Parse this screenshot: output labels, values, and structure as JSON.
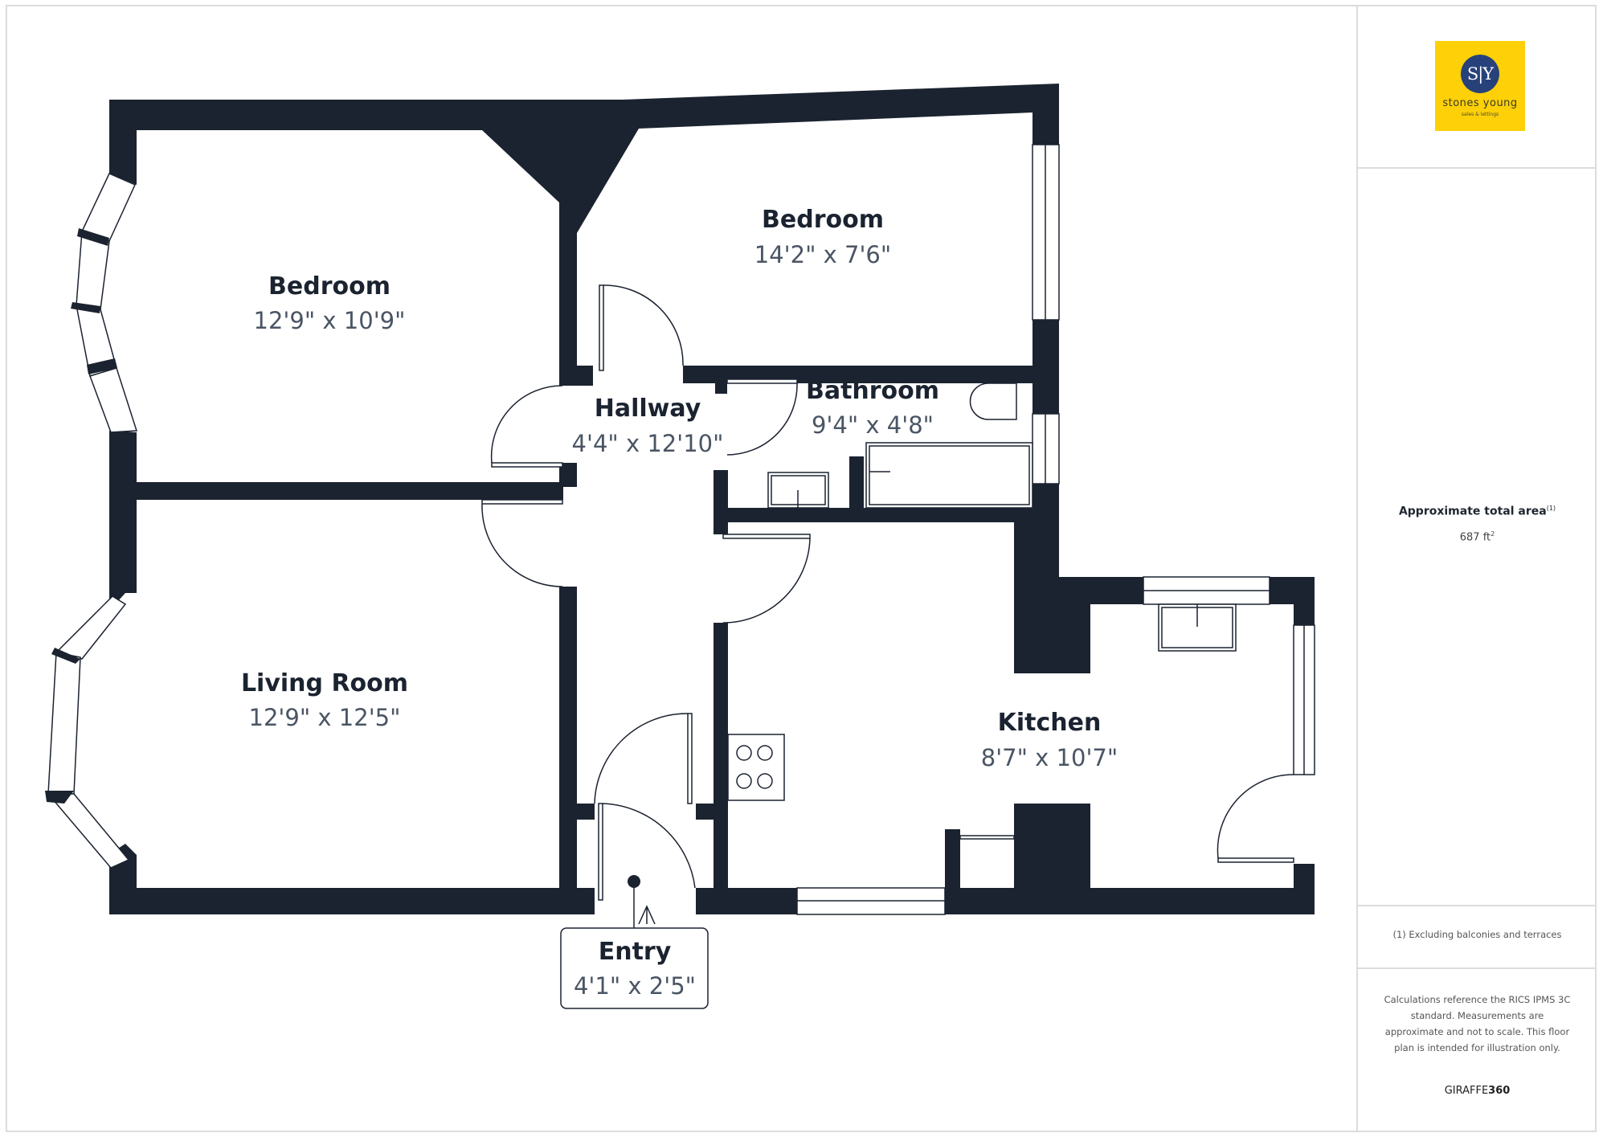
{
  "colors": {
    "wall": "#1b2330",
    "dimension_text": "#4a5564",
    "logo_background": "#fdd007",
    "logo_circle": "#27427a",
    "divider": "#dcdcdc"
  },
  "logo": {
    "monogram": "S|Y",
    "name": "stones young",
    "tagline": "sales & lettings"
  },
  "rooms": [
    {
      "name": "Bedroom",
      "dimensions": "12'9\" x 10'9\""
    },
    {
      "name": "Bedroom",
      "dimensions": "14'2\" x 7'6\""
    },
    {
      "name": "Hallway",
      "dimensions": "4'4\" x 12'10\""
    },
    {
      "name": "Bathroom",
      "dimensions": "9'4\" x 4'8\""
    },
    {
      "name": "Living Room",
      "dimensions": "12'9\" x 12'5\""
    },
    {
      "name": "Kitchen",
      "dimensions": "8'7\" x 10'7\""
    },
    {
      "name": "Entry",
      "dimensions": "4'1\" x 2'5\""
    }
  ],
  "summary": {
    "area_title": "Approximate total area",
    "area_footnote_marker": "(1)",
    "area_value": "687 ft",
    "area_unit_exponent": "2",
    "footnote": "(1) Excluding balconies and terraces",
    "disclaimer": "Calculations reference the RICS IPMS 3C standard. Measurements are approximate and not to scale. This floor plan is intended for illustration only.",
    "brand_prefix": "GIRAFFE",
    "brand_suffix": "360"
  }
}
